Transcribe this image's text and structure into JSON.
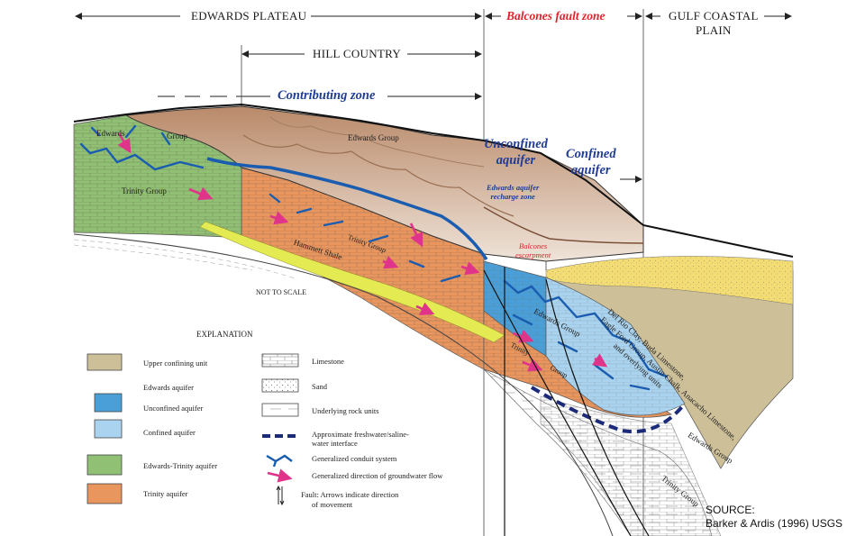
{
  "headers": {
    "edwards_plateau": "EDWARDS PLATEAU",
    "balcones_fault_zone": "Balcones fault zone",
    "gulf_coastal_plain_line1": "GULF COASTAL",
    "gulf_coastal_plain_line2": "PLAIN",
    "hill_country": "HILL COUNTRY",
    "contributing_zone": "Contributing zone"
  },
  "zones": {
    "unconfined_line1": "Unconfined",
    "unconfined_line2": "aquifer",
    "confined_line1": "Confined",
    "confined_line2": "aquifer",
    "recharge_line1": "Edwards aquifer",
    "recharge_line2": "recharge zone",
    "escarpment_line1": "Balcones",
    "escarpment_line2": "escarpment"
  },
  "geology_labels": {
    "edwards": "Edwards",
    "group": "Group",
    "trinity_group_left": "Trinity Group",
    "edwards_group_top": "Edwards Group",
    "hammett_shale": "Hammett Shale",
    "trinity_group_mid": "Trinity Group",
    "edwards_group_faulted": "Edwards Group",
    "trinity_faulted": "Trinity",
    "group_faulted": "Group",
    "upper_units_line1": "Del Rio Clay, Buda Limestone,",
    "upper_units_line2": "Eagle Ford Group, Austin Chalk, Anacacho Limestone,",
    "upper_units_line3": "and overlying units",
    "edwards_group_deep": "Edwards Group",
    "trinity_group_deep": "Trinity Group",
    "not_to_scale": "NOT TO SCALE"
  },
  "explanation": {
    "title": "EXPLANATION",
    "upper_confining_unit": "Upper confining unit",
    "edwards_aquifer": "Edwards aquifer",
    "unconfined_aquifer": "Unconfined aquifer",
    "confined_aquifer": "Confined aquifer",
    "edwards_trinity_aquifer": "Edwards-Trinity aquifer",
    "trinity_aquifer": "Trinity aquifer",
    "limestone": "Limestone",
    "sand": "Sand",
    "underlying_rock_units": "Underlying rock units",
    "interface_line1": "Approximate freshwater/saline-",
    "interface_line2": "water interface",
    "conduit_system": "Generalized conduit system",
    "groundwater_flow": "Generalized direction of groundwater flow",
    "fault_line1": "Fault:  Arrows indicate direction",
    "fault_line2": "of movement"
  },
  "source": {
    "line1": "SOURCE:",
    "line2": "Barker & Ardis (1996) USGS"
  },
  "colors": {
    "upper_confining": "#cdbf98",
    "unconfined": "#4a9fd8",
    "confined": "#a9d3ef",
    "edwards_trinity": "#8fc073",
    "trinity": "#e8955e",
    "hammett": "#e3ea52",
    "sand": "#f3dc73",
    "conduit": "#1a5db0",
    "flow_arrow": "#e0338a",
    "interface": "#1c2a7a",
    "zone_red": "#e0222b",
    "zone_blue": "#1f3c96"
  }
}
